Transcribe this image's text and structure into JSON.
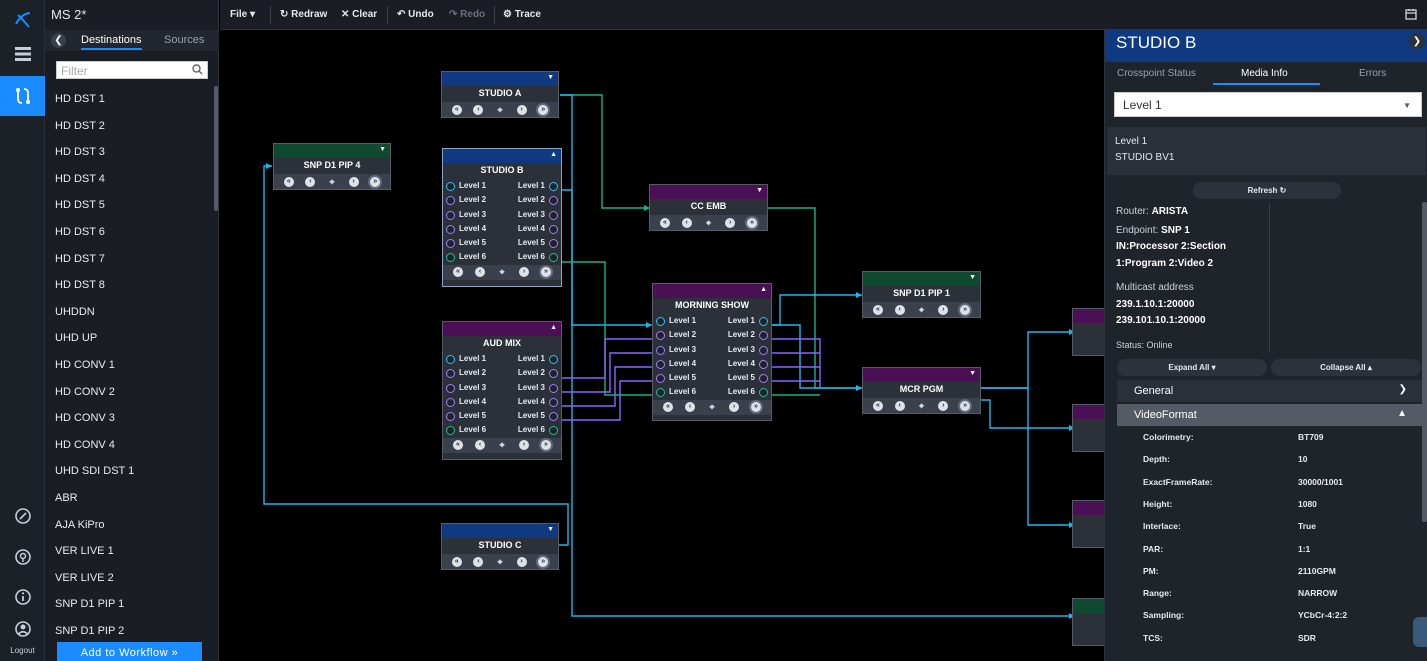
{
  "app": {
    "title": "MS 2*"
  },
  "rail": {
    "logout_label": "Logout"
  },
  "left_panel": {
    "tabs": [
      {
        "label": "Destinations"
      },
      {
        "label": "Sources"
      }
    ],
    "filter_placeholder": "Filter",
    "destinations": [
      "HD DST 1",
      "HD DST 2",
      "HD DST 3",
      "HD DST 4",
      "HD DST 5",
      "HD DST 6",
      "HD DST 7",
      "HD DST 8",
      "UHDDN",
      "UHD UP",
      "HD CONV 1",
      "HD CONV 2",
      "HD CONV 3",
      "HD CONV 4",
      "UHD SDI DST 1",
      "ABR",
      "AJA KiPro",
      "VER LIVE 1",
      "VER LIVE 2",
      "SNP D1 PIP 1",
      "SNP D1 PIP 2"
    ],
    "add_button": "Add to Workflow »"
  },
  "toolbar": {
    "file": "File ▾",
    "redraw": "↻ Redraw",
    "clear": "✕ Clear",
    "undo": "↶ Undo",
    "redo": "↷ Redo",
    "trace": "⚙ Trace"
  },
  "canvas": {
    "nodes": {
      "studio_a": {
        "title": "STUDIO A",
        "color": "#0f3a82"
      },
      "snp_pip4": {
        "title": "SNP D1 PIP 4",
        "color": "#0d4a2f"
      },
      "studio_b": {
        "title": "STUDIO B",
        "color": "#0f3a82",
        "levels_in": [
          "Level 1",
          "Level 2",
          "Level 3",
          "Level 4",
          "Level 5",
          "Level 6"
        ],
        "levels_out": [
          "Level 1",
          "Level 2",
          "Level 3",
          "Level 4",
          "Level 5",
          "Level 6"
        ]
      },
      "cc_emb": {
        "title": "CC EMB",
        "color": "#4a0f55"
      },
      "aud_mix": {
        "title": "AUD MIX",
        "color": "#4a0f55",
        "levels_in": [
          "Level 1",
          "Level 2",
          "Level 3",
          "Level 4",
          "Level 5",
          "Level 6"
        ],
        "levels_out": [
          "Level 1",
          "Level 2",
          "Level 3",
          "Level 4",
          "Level 5",
          "Level 6"
        ]
      },
      "morning_show": {
        "title": "MORNING SHOW",
        "color": "#4a0f55",
        "levels_in": [
          "Level 1",
          "Level 2",
          "Level 3",
          "Level 4",
          "Level 5",
          "Level 6"
        ],
        "levels_out": [
          "Level 1",
          "Level 2",
          "Level 3",
          "Level 4",
          "Level 5",
          "Level 6"
        ]
      },
      "snp_pip1": {
        "title": "SNP D1 PIP 1",
        "color": "#0d4a2f"
      },
      "mcr_pgm": {
        "title": "MCR PGM",
        "color": "#4a0f55"
      },
      "studio_c": {
        "title": "STUDIO C",
        "color": "#0f3a82"
      }
    },
    "wire_colors": {
      "cyan": "#19b8f0",
      "teal": "#16b38a",
      "purple": "#8e63ff"
    }
  },
  "right_panel": {
    "title": "STUDIO B",
    "tabs": [
      {
        "label": "Crosspoint Status"
      },
      {
        "label": "Media Info"
      },
      {
        "label": "Errors"
      }
    ],
    "level_select": "Level 1",
    "level_info": {
      "line1": "Level 1",
      "line2": "STUDIO BV1"
    },
    "refresh": "Refresh ↻",
    "router_label": "Router:",
    "router_value": "ARISTA",
    "endpoint_label": "Endpoint:",
    "endpoint_value": "SNP 1",
    "endpoint_line2": "IN:Processor 2:Section",
    "endpoint_line3": "1:Program 2:Video 2",
    "multicast_label": "Multicast address",
    "multicast_1": "239.1.10.1:20000",
    "multicast_2": "239.101.10.1:20000",
    "status_label": "Status:",
    "status_value": "Online",
    "expand_all": "Expand All ▾",
    "collapse_all": "Collapse All ▴",
    "sections": {
      "general": "General",
      "video_format": "VideoFormat"
    },
    "video_format": [
      {
        "k": "Colorimetry:",
        "v": "BT709"
      },
      {
        "k": "Depth:",
        "v": "10"
      },
      {
        "k": "ExactFrameRate:",
        "v": "30000/1001"
      },
      {
        "k": "Height:",
        "v": "1080"
      },
      {
        "k": "Interlace:",
        "v": "True"
      },
      {
        "k": "PAR:",
        "v": "1:1"
      },
      {
        "k": "PM:",
        "v": "2110GPM"
      },
      {
        "k": "Range:",
        "v": "NARROW"
      },
      {
        "k": "Sampling:",
        "v": "YCbCr-4:2:2"
      },
      {
        "k": "TCS:",
        "v": "SDR"
      }
    ]
  }
}
